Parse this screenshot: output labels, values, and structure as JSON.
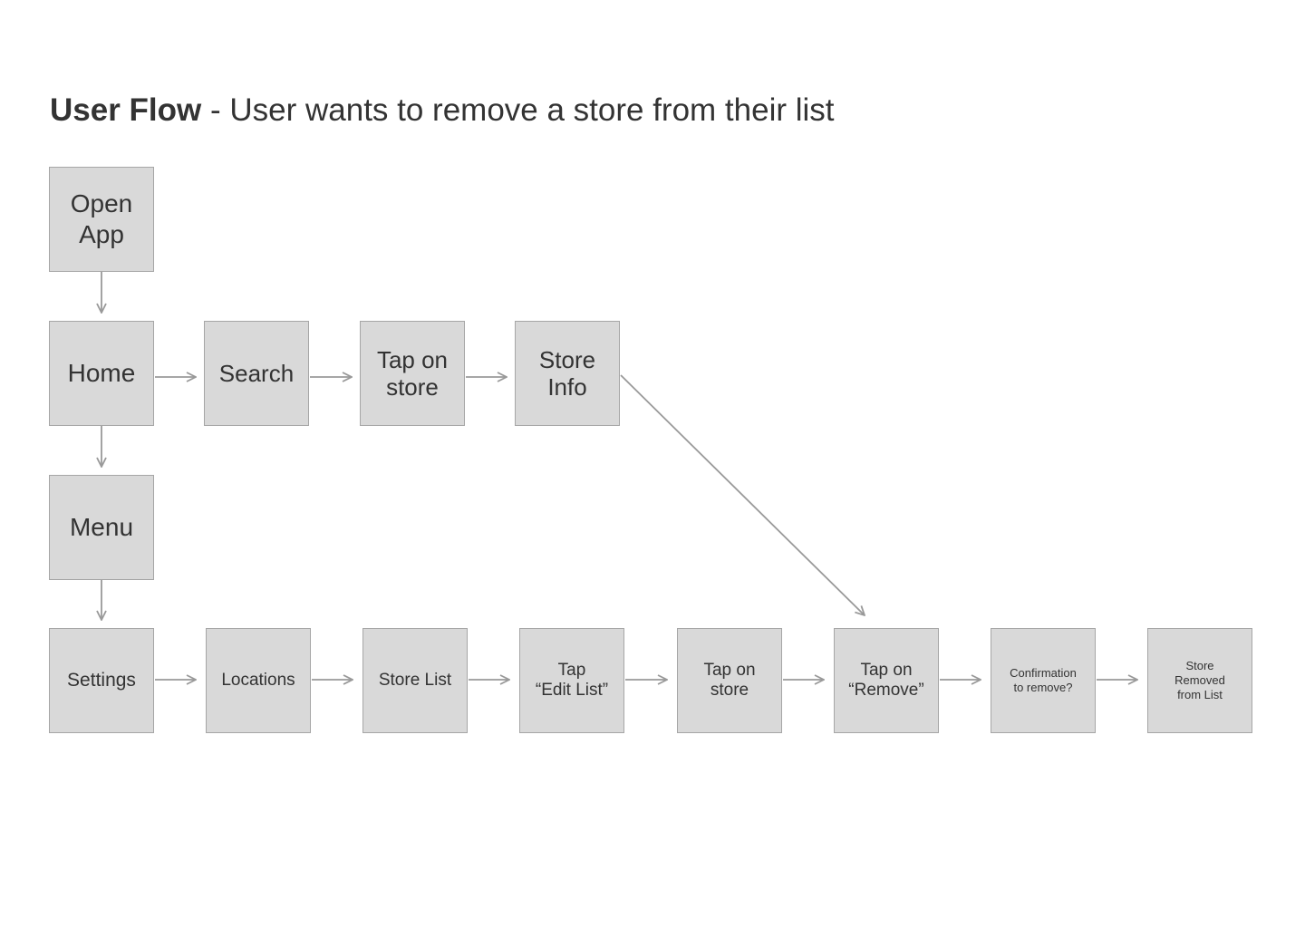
{
  "title": {
    "bold": "User Flow",
    "rest": " - User wants to remove a store from their list"
  },
  "nodes": {
    "open_app": "Open\nApp",
    "home": "Home",
    "search": "Search",
    "tap_store_1": "Tap on\nstore",
    "store_info": "Store\nInfo",
    "menu": "Menu",
    "settings": "Settings",
    "locations": "Locations",
    "store_list": "Store List",
    "tap_edit_list": "Tap\n“Edit List”",
    "tap_store_2": "Tap on\nstore",
    "tap_remove": "Tap on\n“Remove”",
    "confirmation": "Confirmation\nto remove?",
    "store_removed": "Store\nRemoved\nfrom List"
  },
  "colors": {
    "box_fill": "#d9d9d9",
    "box_border": "#a6a6a6",
    "arrow": "#999999",
    "text": "#333333"
  }
}
